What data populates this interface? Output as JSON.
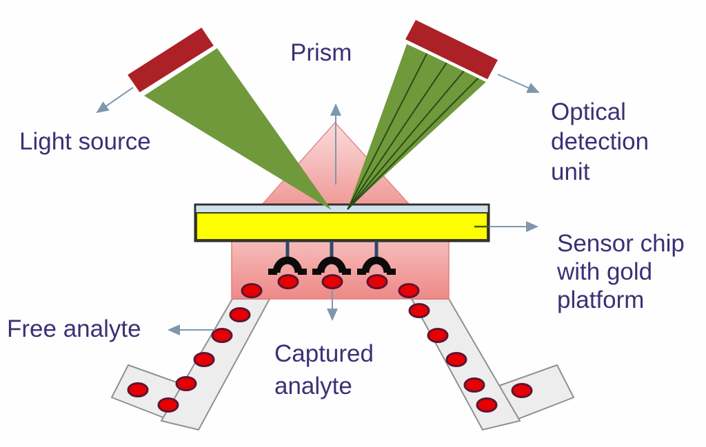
{
  "figure": {
    "labels": {
      "prism": "Prism",
      "light_source": "Light source",
      "optical_detection_unit": "Optical\ndetection\nunit",
      "sensor_chip": "Sensor chip\nwith gold\nplatform",
      "free_analyte": "Free analyte",
      "captured_analyte": "Captured\nanalyte"
    },
    "colors": {
      "label_text": "#3d2f75",
      "beam_green": "#6f993b",
      "beam_ray_dark": "#2c4a17",
      "device_red": "#ac2125",
      "prism_pink_top": "#fad4d3",
      "prism_pink_bottom": "#f09a98",
      "chip_yellow": "#fdff00",
      "glass_blue": "#cfe2ee",
      "flow_cell_pink_top": "#f5b5b3",
      "flow_cell_pink_bottom": "#ee8987",
      "analyte_red": "#e60000",
      "analyte_outline": "#5c1535",
      "antibody_black": "#0b0b0b",
      "linker_navy": "#2c4a6e",
      "channel_gray": "#ededed",
      "channel_border": "#8f8f8f",
      "arrow_gray": "#7e97ac"
    }
  }
}
